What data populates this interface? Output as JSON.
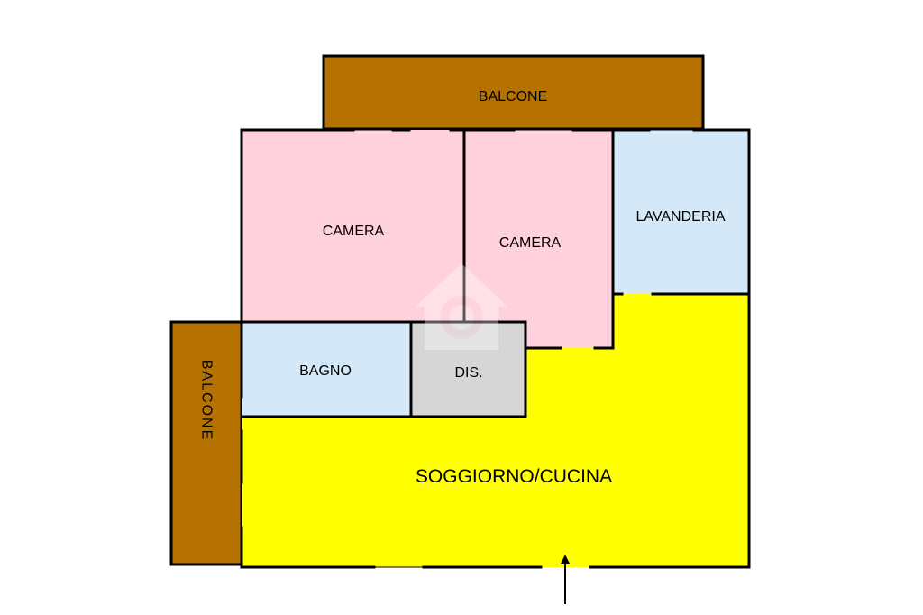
{
  "rooms": {
    "balcony_top": {
      "label": "BALCONE",
      "color": "#b57200"
    },
    "bedroom_left": {
      "label": "CAMERA",
      "color": "#ffd1dc"
    },
    "bedroom_right": {
      "label": "CAMERA",
      "color": "#ffd1dc"
    },
    "laundry": {
      "label": "LAVANDERIA",
      "color": "#d4e8f7"
    },
    "bathroom": {
      "label": "BAGNO",
      "color": "#d4e8f7"
    },
    "hallway": {
      "label": "DIS.",
      "color": "#d6d6d6"
    },
    "living_kitchen": {
      "label": "SOGGIORNO/CUCINA",
      "color": "#ffff00"
    },
    "balcony_left": {
      "label": "BALCONE",
      "color": "#b57200"
    }
  },
  "colors": {
    "wall": "#000000",
    "background": "#ffffff"
  },
  "icons": {
    "entrance": "up-arrow",
    "watermark": "house-logo"
  }
}
